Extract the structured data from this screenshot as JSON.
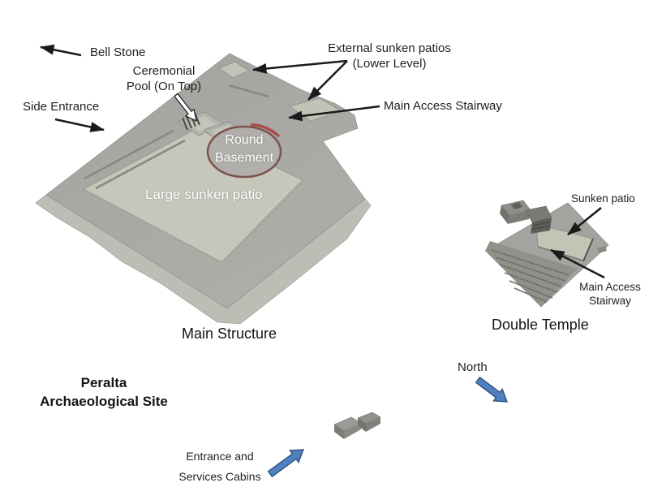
{
  "title": {
    "line1": "Peralta",
    "line2": "Archaeological Site"
  },
  "main_structure": {
    "caption": "Main Structure",
    "labels": {
      "bell_stone": "Bell Stone",
      "ceremonial_pool_line1": "Ceremonial",
      "ceremonial_pool_line2": "Pool (On Top)",
      "side_entrance": "Side Entrance",
      "external_patios_line1": "External sunken patios",
      "external_patios_line2": "(Lower Level)",
      "main_access_stairway": "Main Access Stairway",
      "round_basement_line1": "Round",
      "round_basement_line2": "Basement",
      "large_sunken_patio": "Large sunken patio"
    }
  },
  "double_temple": {
    "caption": "Double Temple",
    "labels": {
      "sunken_patio": "Sunken patio",
      "main_access_line1": "Main Access",
      "main_access_line2": "Stairway"
    }
  },
  "compass": {
    "north": "North"
  },
  "entrance": {
    "line1": "Entrance and",
    "line2": "Services Cabins"
  },
  "icons": {
    "annotation_arrows": [
      "bell-stone-arrow",
      "side-entrance-arrow",
      "external-patios-arrow-1",
      "external-patios-arrow-2",
      "main-access-stairway-arrow",
      "ceremonial-pool-arrow",
      "dt-sunken-patio-arrow",
      "dt-main-access-arrow"
    ],
    "direction_arrows": [
      "north-arrow",
      "entrance-cabins-arrow"
    ]
  },
  "colors": {
    "annotation_arrow": "#1a1a1a",
    "ceremonial_arrow_fill": "#ffffff",
    "direction_arrow_fill": "#4f81bd",
    "direction_arrow_stroke": "#2c4d7c",
    "round_basement_outline": "#7d524e",
    "round_basement_accent": "#a84f48",
    "structure_top": "#a8a8a5",
    "structure_base": "#bdbdb6",
    "sunken_patio_fill": "#c6c7ba",
    "label_text": "#1f1f1f",
    "structure_label_text": "#ffffff",
    "background": "#ffffff"
  }
}
